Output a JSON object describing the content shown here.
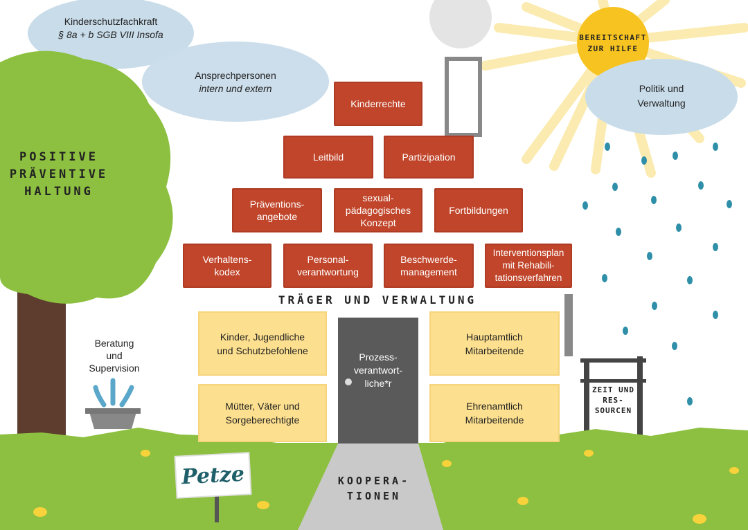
{
  "clouds": {
    "kinderschutz": {
      "line1": "Kinderschutzfachkraft",
      "line2": "§ 8a + b SGB VIII Insofa"
    },
    "ansprech": {
      "line1": "Ansprechpersonen",
      "line2": "intern und extern"
    },
    "politik": {
      "line1": "Politik und",
      "line2": "Verwaltung"
    }
  },
  "sun": {
    "line1": "BEREITSCHAFT",
    "line2": "ZUR HILFE"
  },
  "tree": {
    "line1": "POSITIVE",
    "line2": "PRÄVENTIVE",
    "line3": "HALTUNG"
  },
  "bricks": {
    "row1": [
      "Kinderrechte"
    ],
    "row2": [
      "Leitbild",
      "Partizipation"
    ],
    "row3": [
      "Präventions-\nangebote",
      "sexual-\npädagogisches\nKonzept",
      "Fortbildungen"
    ],
    "row4": [
      "Verhaltens-\nkodex",
      "Personal-\nverantwortung",
      "Beschwerde-\nmanagement",
      "Interventionsplan\nmit Rehabili-\ntationsverfahren"
    ]
  },
  "house_label": "TRÄGER UND VERWALTUNG",
  "blocks": {
    "top_left": "Kinder, Jugendliche\nund Schutzbefohlene",
    "bottom_left": "Mütter, Väter und\nSorgeberechtigte",
    "top_right": "Hauptamtlich\nMitarbeitende",
    "bottom_right": "Ehrenamtlich\nMitarbeitende"
  },
  "door": "Prozess-\nverantwort-\nliche*r",
  "beratung": {
    "line1": "Beratung",
    "line2": "und",
    "line3": "Supervision"
  },
  "sign": {
    "line1": "ZEIT UND",
    "line2": "RES-",
    "line3": "SOURCEN"
  },
  "path": {
    "line1": "KOOPERA-",
    "line2": "TIONEN"
  },
  "logo": "Petze",
  "colors": {
    "brick": "#c0452a",
    "block": "#fde08f",
    "grass": "#8dc040",
    "cloud": "#c9dcea",
    "sun": "#f7c320",
    "door": "#5a5a5a",
    "rain": "#2f8fa8"
  }
}
